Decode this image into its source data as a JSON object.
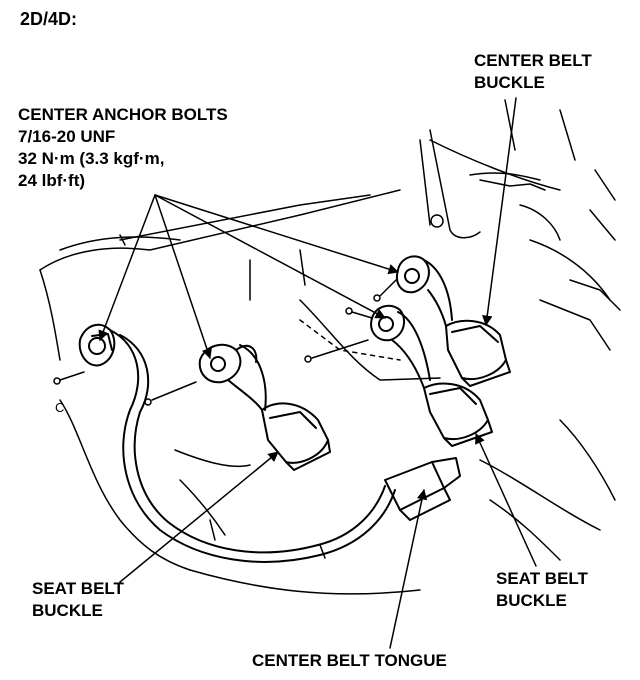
{
  "title": "2D/4D:",
  "labels": {
    "anchor_bolts": {
      "line1": "CENTER ANCHOR BOLTS",
      "line2": "7/16-20 UNF",
      "line3": "32 N·m (3.3 kgf·m,",
      "line4": "24 lbf·ft)"
    },
    "center_belt_buckle": {
      "line1": "CENTER BELT",
      "line2": "BUCKLE"
    },
    "seat_belt_buckle_left": {
      "line1": "SEAT BELT",
      "line2": "BUCKLE"
    },
    "seat_belt_buckle_right": {
      "line1": "SEAT BELT",
      "line2": "BUCKLE"
    },
    "center_belt_tongue": "CENTER BELT TONGUE"
  },
  "small_mark": "C",
  "colors": {
    "ink": "#000000",
    "paper": "#ffffff"
  }
}
